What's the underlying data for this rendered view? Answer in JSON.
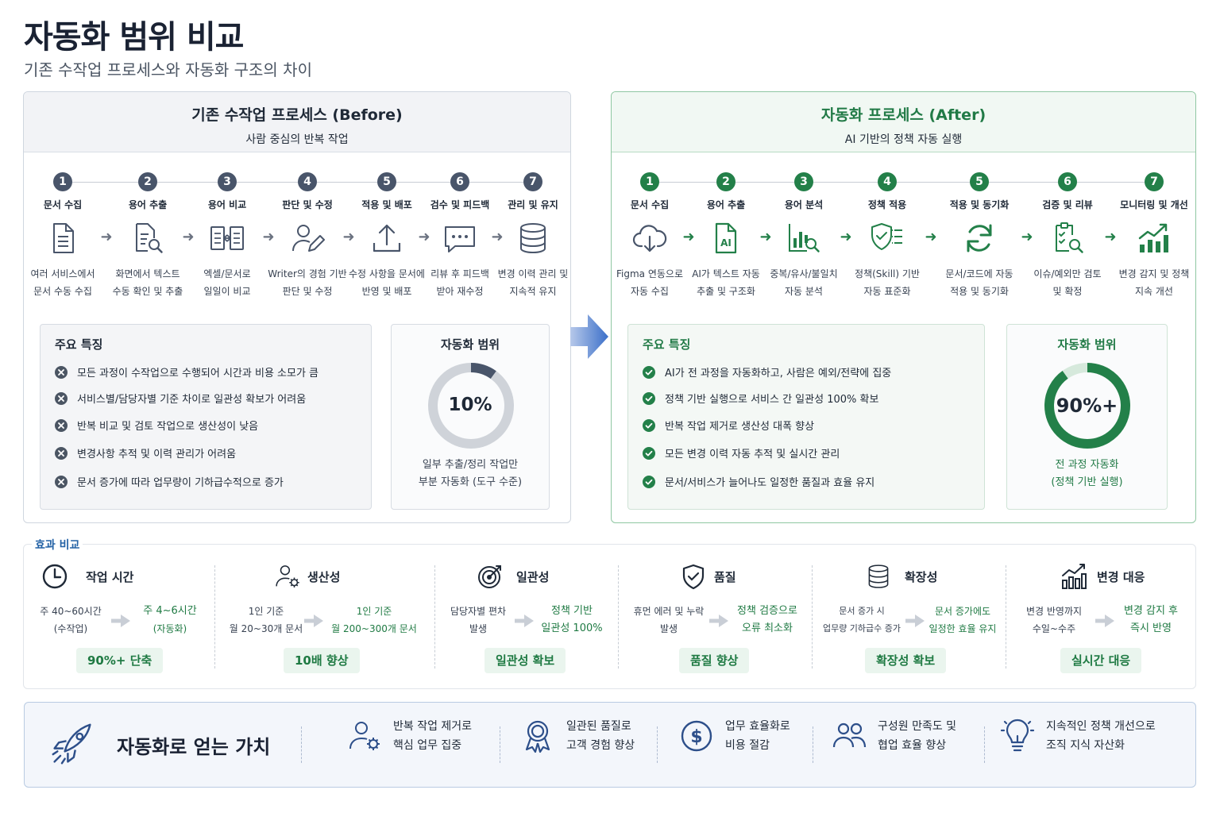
{
  "header": {
    "title": "자동화 범위 비교",
    "subtitle": "기존 수작업 프로세스와 자동화 구조의 차이"
  },
  "before": {
    "title": "기존 수작업 프로세스 (Before)",
    "subtitle": "사람 중심의 반복 작업",
    "steps": [
      {
        "num": "1",
        "label": "문서 수집",
        "icon": "document-icon",
        "desc1": "여러 서비스에서",
        "desc2": "문서 수동 수집"
      },
      {
        "num": "2",
        "label": "용어 추출",
        "icon": "document-search-icon",
        "desc1": "화면에서 텍스트",
        "desc2": "수동 확인 및 추출"
      },
      {
        "num": "3",
        "label": "용어 비교",
        "icon": "compare-documents-icon",
        "desc1": "엑셀/문서로",
        "desc2": "일일이 비교"
      },
      {
        "num": "4",
        "label": "판단 및 수정",
        "icon": "user-edit-icon",
        "desc1": "Writer의 경험 기반",
        "desc2": "판단 및 수정"
      },
      {
        "num": "5",
        "label": "적용 및 배포",
        "icon": "upload-icon",
        "desc1": "수정 사항을 문서에",
        "desc2": "반영 및 배포"
      },
      {
        "num": "6",
        "label": "검수 및 피드백",
        "icon": "chat-icon",
        "desc1": "리뷰 후 피드백",
        "desc2": "받아 재수정"
      },
      {
        "num": "7",
        "label": "관리 및 유지",
        "icon": "database-icon",
        "desc1": "변경 이력 관리 및",
        "desc2": "지속적 유지"
      }
    ],
    "features_title": "주요 특징",
    "features": [
      "모든 과정이 수작업으로 수행되어 시간과 비용 소모가 큼",
      "서비스별/담당자별 기준 차이로 일관성 확보가 어려움",
      "반복 비교 및 검토 작업으로 생산성이 낮음",
      "변경사항 추적 및 이력 관리가 어려움",
      "문서 증가에 따라 업무량이 기하급수적으로 증가"
    ],
    "scope": {
      "title": "자동화 범위",
      "value": "10%",
      "fraction": 0.1,
      "note1": "일부 추출/정리 작업만",
      "note2": "부분 자동화 (도구 수준)"
    }
  },
  "after": {
    "title": "자동화 프로세스 (After)",
    "subtitle": "AI 기반의 정책 자동 실행",
    "steps": [
      {
        "num": "1",
        "label": "문서 수집",
        "icon": "cloud-download-icon",
        "desc1": "Figma 연동으로",
        "desc2": "자동 수집"
      },
      {
        "num": "2",
        "label": "용어 추출",
        "icon": "ai-document-icon",
        "desc1": "AI가 텍스트 자동",
        "desc2": "추출 및 구조화"
      },
      {
        "num": "3",
        "label": "용어 분석",
        "icon": "chart-search-icon",
        "desc1": "중복/유사/불일치",
        "desc2": "자동 분석"
      },
      {
        "num": "4",
        "label": "정책 적용",
        "icon": "shield-checklist-icon",
        "desc1": "정책(Skill) 기반",
        "desc2": "자동 표준화"
      },
      {
        "num": "5",
        "label": "적용 및 동기화",
        "icon": "sync-icon",
        "desc1": "문서/코드에 자동",
        "desc2": "적용 및 동기화"
      },
      {
        "num": "6",
        "label": "검증 및 리뷰",
        "icon": "checklist-search-icon",
        "desc1": "이슈/예외만 검토",
        "desc2": "및 확정"
      },
      {
        "num": "7",
        "label": "모니터링 및 개선",
        "icon": "trend-up-icon",
        "desc1": "변경 감지 및 정책",
        "desc2": "지속 개선"
      }
    ],
    "features_title": "주요 특징",
    "features": [
      "AI가 전 과정을 자동화하고, 사람은 예외/전략에 집중",
      "정책 기반 실행으로 서비스 간 일관성 100% 확보",
      "반복 작업 제거로 생산성 대폭 향상",
      "모든 변경 이력 자동 추적 및 실시간 관리",
      "문서/서비스가 늘어나도 일정한 품질과 효율 유지"
    ],
    "scope": {
      "title": "자동화 범위",
      "value": "90%+",
      "fraction": 0.9,
      "note1": "전 과정 자동화",
      "note2": "(정책 기반 실행)"
    }
  },
  "effects": {
    "label": "효과 비교",
    "items": [
      {
        "title": "작업 시간",
        "icon": "clock-icon",
        "b1": "주 40~60시간",
        "b2": "(수작업)",
        "a1": "주 4~6시간",
        "a2": "(자동화)",
        "badge": "90%+ 단축"
      },
      {
        "title": "생산성",
        "icon": "user-gear-icon",
        "b1": "1인 기준",
        "b2": "월 20~30개 문서",
        "a1": "1인 기준",
        "a2": "월 200~300개 문서",
        "badge": "10배 향상"
      },
      {
        "title": "일관성",
        "icon": "target-icon",
        "b1": "담당자별 편차",
        "b2": "발생",
        "a1": "정책 기반",
        "a2": "일관성 100%",
        "badge": "일관성 확보"
      },
      {
        "title": "품질",
        "icon": "shield-check-icon",
        "b1": "휴먼 에러 및 누락",
        "b2": "발생",
        "a1": "정책 검증으로",
        "a2": "오류 최소화",
        "badge": "품질 향상"
      },
      {
        "title": "확장성",
        "icon": "database-icon",
        "b1": "문서 증가 시",
        "b2": "업무량 기하급수 증가",
        "a1": "문서 증가에도",
        "a2": "일정한 효율 유지",
        "badge": "확장성 확보"
      },
      {
        "title": "변경 대응",
        "icon": "trend-chart-icon",
        "b1": "변경 반영까지",
        "b2": "수일~수주",
        "a1": "변경 감지 후",
        "a2": "즉시 반영",
        "badge": "실시간 대응"
      }
    ]
  },
  "value": {
    "title": "자동화로 얻는 가치",
    "icon": "rocket-icon",
    "items": [
      {
        "icon": "user-gear-icon",
        "l1": "반복 작업 제거로",
        "l2": "핵심 업무 집중"
      },
      {
        "icon": "award-icon",
        "l1": "일관된 품질로",
        "l2": "고객 경험 향상"
      },
      {
        "icon": "dollar-icon",
        "l1": "업무 효율화로",
        "l2": "비용 절감"
      },
      {
        "icon": "users-icon",
        "l1": "구성원 만족도 및",
        "l2": "협업 효율 향상"
      },
      {
        "icon": "lightbulb-icon",
        "l1": "지속적인 정책 개선으로",
        "l2": "조직 지식 자산화"
      }
    ]
  },
  "colors": {
    "before_accent": "#49556a",
    "after_accent": "#238049",
    "link_blue": "#2563a6",
    "flow_arrow": "#3b6fc9"
  }
}
